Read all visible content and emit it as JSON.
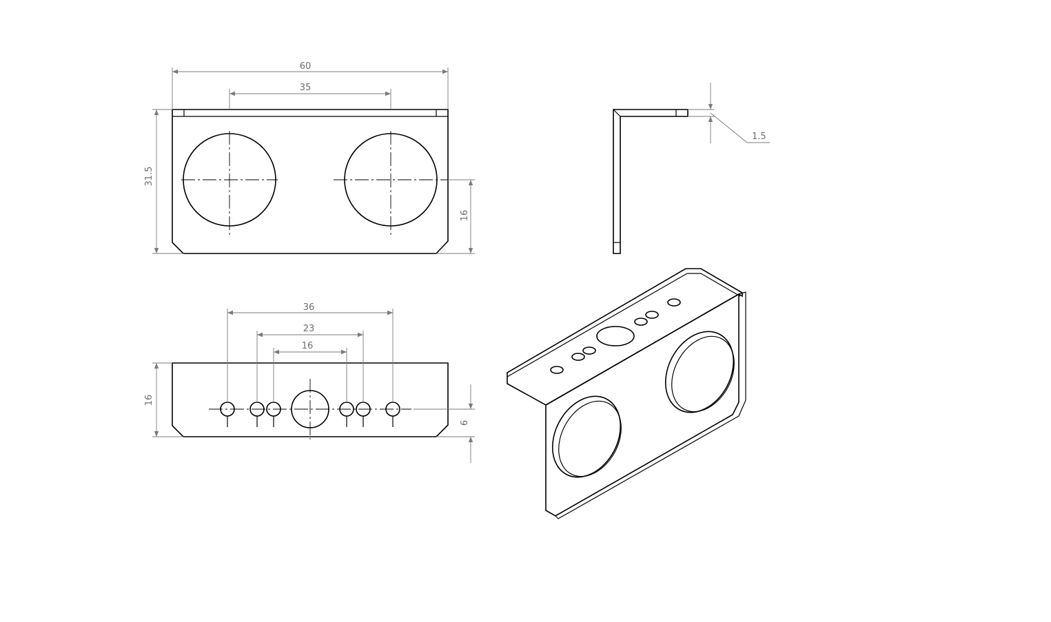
{
  "dimensions": {
    "front_width": "60",
    "front_hole_spacing": "35",
    "front_height": "31.5",
    "front_hole_center_height": "16",
    "side_thickness": "1.5",
    "top_hole_span_outer": "36",
    "top_hole_span_mid": "23",
    "top_hole_span_inner": "16",
    "top_depth": "16",
    "top_hole_offset": "6"
  },
  "colors": {
    "object_line": "#000000",
    "dimension_line": "#7a7a7a",
    "dimension_text": "#6e6e6e",
    "background": "#ffffff"
  }
}
